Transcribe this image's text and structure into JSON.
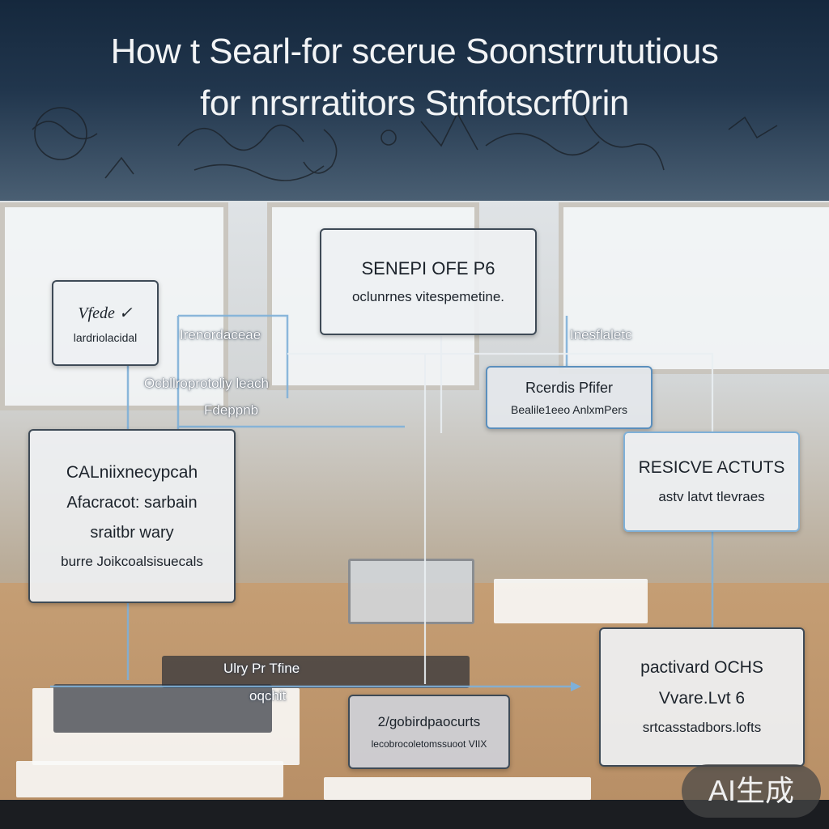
{
  "headline": {
    "line1": "How t Searl-for scerue Soonstrrututious",
    "line2": "for nrsrratitors   Stnfotscrf0rin"
  },
  "nodes": {
    "top_center": {
      "line1": "SENEPI  OFE  P6",
      "line2": "oclunrnes vitespemetine."
    },
    "top_left_small": {
      "line1": "Vfede ✓",
      "line2": "lardriolacidal"
    },
    "right_small": {
      "line1": "Rcerdis Pfifer",
      "line2": "Bealile1eeo AnlxmPers"
    },
    "left_big": {
      "line1": "CALniixnecypcah",
      "line2": "Afacracot: sarbain",
      "line3": "sraitbr wary",
      "line4": "burre Joikcoalsisuecals"
    },
    "right_mid": {
      "line1": "RESICVE ACTUTS",
      "line2": "astv latvt tlevraes"
    },
    "bottom_center": {
      "line1": "2/gobirdpaocurts",
      "line2": "lecobrocoletomssuoot VIIX"
    },
    "bottom_right": {
      "line1": "pactivard  OCHS",
      "line2": "Vvare.Lvt   6",
      "line3": "srtcasstadbors.lofts"
    }
  },
  "labels": {
    "l1": "Irenordaceae",
    "l2": "Ocbllroprotoliy leach",
    "l3": "Fdeppnb",
    "l4": "Inesflaletc",
    "l5": "Ulry Pr Tfine",
    "l6": "oqchit"
  },
  "badge": {
    "text": "AI生成"
  },
  "colors": {
    "connector": "#7fb0d8",
    "connector_light": "#e9eef2"
  }
}
